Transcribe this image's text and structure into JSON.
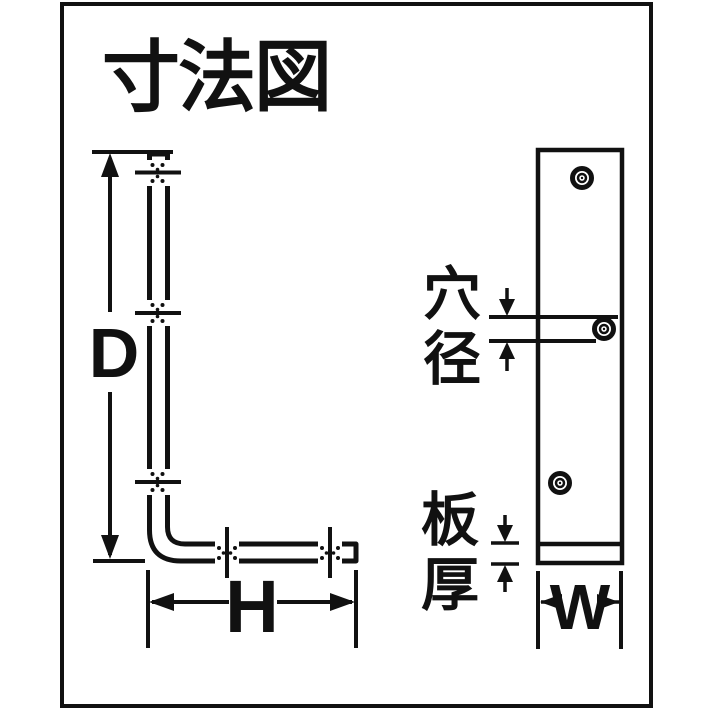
{
  "title": "寸法図",
  "colors": {
    "line": "#111111",
    "background": "#ffffff"
  },
  "side_view": {
    "depth_dimension_label": "D",
    "length_dimension_label": "H",
    "vertical_leg_hole_count": 3,
    "horizontal_leg_hole_count": 2
  },
  "front_view": {
    "width_dimension_label": "W",
    "hole_count": 3,
    "hole_diameter_label": "穴径",
    "hole_diameter_chars": [
      "穴",
      "径"
    ],
    "plate_thickness_label": "板厚",
    "plate_thickness_chars": [
      "板",
      "厚"
    ]
  }
}
